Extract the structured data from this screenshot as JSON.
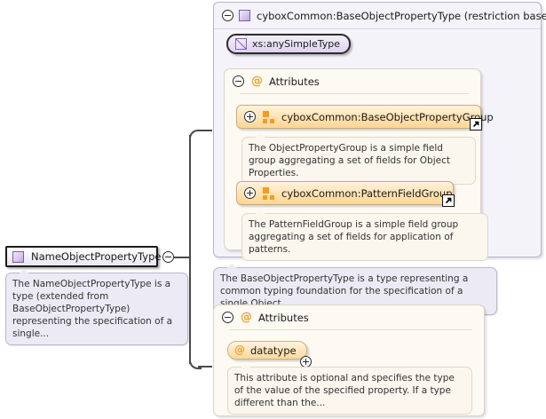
{
  "diagram": {
    "type": "xml-schema-diagram",
    "root": {
      "name": "NameObjectPropertyType",
      "icon": "complextype-square-icon",
      "collapse_toggle": "minus",
      "documentation": "The NameObjectPropertyType is a type (extended from BaseObjectPropertyType) representing the specification of a single..."
    },
    "base_type": {
      "header": "cyboxCommon:BaseObjectPropertyType (restriction base)",
      "icon": "complextype-square-icon",
      "collapse_toggle": "minus",
      "simple_type": {
        "label": "xs:anySimpleType",
        "icon": "simpletype-triangle-icon"
      },
      "documentation": "The BaseObjectPropertyType is a type representing a common typing foundation for the specification of a single Object...",
      "attributes_section": {
        "title": "Attributes",
        "at_icon": "@",
        "collapse_toggle": "minus",
        "groups": [
          {
            "label": "cyboxCommon:BaseObjectPropertyGroup",
            "icon": "attribute-group-icon",
            "expand_toggle": "plus",
            "external_link": "external-link-badge",
            "documentation": "The ObjectPropertyGroup is a simple field group aggregating a set of fields for Object Properties."
          },
          {
            "label": "cyboxCommon:PatternFieldGroup",
            "icon": "attribute-group-icon",
            "expand_toggle": "plus",
            "external_link": "external-link-badge",
            "documentation": "The PatternFieldGroup is a simple field group aggregating a set of fields for application of patterns."
          }
        ]
      }
    },
    "own_attributes_section": {
      "title": "Attributes",
      "at_icon": "@",
      "collapse_toggle": "minus",
      "attributes": [
        {
          "name": "datatype",
          "at_icon": "@",
          "expand_toggle": "plus",
          "documentation": "This attribute is optional and specifies the type of the value of the specified property. If a type different than the..."
        }
      ]
    }
  },
  "colors": {
    "complextype_panel_bg": "#f5f3fa",
    "complextype_panel_border": "#b9b3cd",
    "attributes_panel_bg": "#fdfaf4",
    "attributes_panel_border": "#ddd3c0",
    "group_box_orange": "#ffd694",
    "at_icon_orange": "#f0a030",
    "documentation_purple_bg": "#eceaf4",
    "documentation_cream_bg": "#fbf6ee",
    "connector_line": "#4a4a4a",
    "node_border": "#1b1b1b"
  }
}
